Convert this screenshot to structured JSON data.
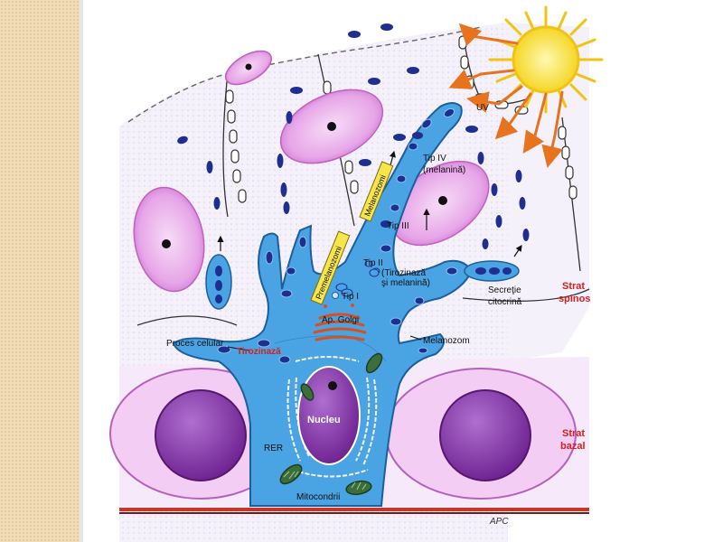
{
  "diagram": {
    "labels": {
      "uv": "UV",
      "tip_iv": "Tip IV",
      "tip_iv_detail": "(melanină)",
      "tip_iii": "Tip III",
      "tip_ii": "Tip II",
      "tip_ii_detail_1": "(Tirozinază",
      "tip_ii_detail_2": "şi melanină)",
      "tip_i": "Tip I",
      "melanozomi": "Melanozomi",
      "premelanozomi": "Premelanozomi",
      "secretie_1": "Secreţie",
      "secretie_2": "citocrină",
      "strat_spinos_1": "Strat",
      "strat_spinos_2": "spinos",
      "strat_bazal_1": "Strat",
      "strat_bazal_2": "bazal",
      "ap_golgi": "Ap. Golgi",
      "melanozom": "Melanozom",
      "proces_celular": "Proces celular",
      "tirozinaza": "Tirozinază",
      "nucleu": "Nucleu",
      "rer": "RER",
      "mitocondrii": "Mitocondrii",
      "signature": "APC"
    },
    "colors": {
      "melanocyte": "#3f9de0",
      "keratinocyte": "#d77ad8",
      "nucleus": "#7b2d9c",
      "melanosome": "#1e2f8f",
      "sun": "#f6dc1e",
      "rays": "#e8731e",
      "red_label": "#d42020",
      "basement": "#c0392b"
    }
  }
}
